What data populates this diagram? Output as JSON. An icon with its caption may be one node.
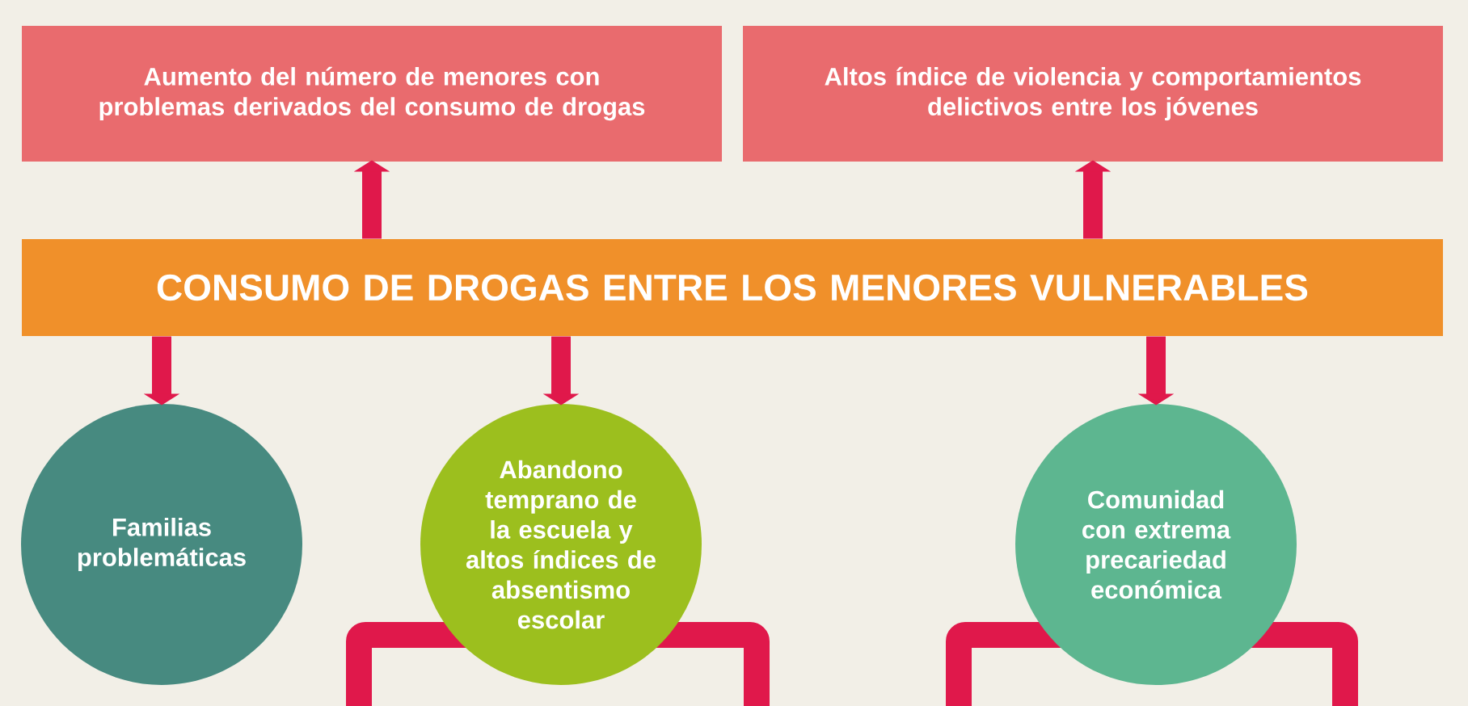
{
  "diagram": {
    "nodes": [
      {
        "text": [
          "Aumento del número de menores con problemas derivados del consumo de drogas"
        ]
      },
      {
        "text": [
          "Altos índice de violencia y comportamientos delictivos entre los jóvenes"
        ]
      },
      {
        "text": [
          "CONSUMO DE DROGAS ENTRE LOS MENORES VULNERABLES"
        ]
      },
      {
        "text": [
          "Familias problemáticas"
        ]
      },
      {
        "text": [
          "Abandono temprano de la escuela y altos índices de absentismo escolar"
        ]
      },
      {
        "text": [
          "Comunidad con extrema precariedad económica"
        ]
      }
    ],
    "edges": [
      {
        "from": 2,
        "to": 0,
        "arrow": "to"
      },
      {
        "from": 2,
        "to": 1,
        "arrow": "to"
      },
      {
        "from": 2,
        "to": 3,
        "arrow": "to"
      },
      {
        "from": 2,
        "to": 4,
        "arrow": "to"
      },
      {
        "from": 2,
        "to": 5,
        "arrow": "to"
      }
    ]
  }
}
